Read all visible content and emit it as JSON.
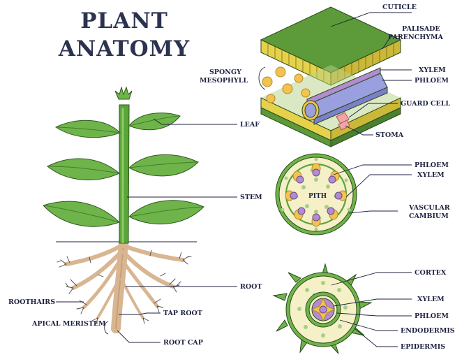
{
  "title": {
    "line1": "PLANT",
    "line2": "ANATOMY"
  },
  "labels": {
    "cuticle": "CUTICLE",
    "palisade_1": "PALISADE",
    "palisade_2": "PARENCHYMA",
    "spongy_1": "SPONGY",
    "spongy_2": "MESOPHYLL",
    "leaf_xylem": "XYLEM",
    "leaf_phloem": "PHLOEM",
    "guard_cell": "GUARD CELL",
    "stoma": "STOMA",
    "leaf": "LEAF",
    "stem": "STEM",
    "root": "ROOT",
    "roothairs": "ROOTHAIRS",
    "tap_root": "TAP ROOT",
    "apical_meristem": "APICAL MERISTEM",
    "root_cap": "ROOT CAP",
    "stem_phloem": "PHLOEM",
    "stem_xylem": "XYLEM",
    "pith": "PITH",
    "vascular_1": "VASCULAR",
    "vascular_2": "CAMBIUM",
    "cortex": "CORTEX",
    "root_xylem": "XYLEM",
    "root_phloem": "PHLOEM",
    "endodermis": "ENDODERMIS",
    "epidermis": "EPIDERMIS"
  },
  "colors": {
    "title": "#2b3350",
    "label_text": "#1e2240",
    "leaf_green": "#6fb44a",
    "dark_green": "#3f7f2a",
    "stem_green": "#5aa53a",
    "root_brown": "#c9a27c",
    "palisade_yellow": "#e6d24a",
    "spongy_orange": "#f2c44e",
    "xylem_blue": "#7c7fc9",
    "phloem_purple": "#b38bd0",
    "stoma_pink": "#f2a5a5"
  }
}
